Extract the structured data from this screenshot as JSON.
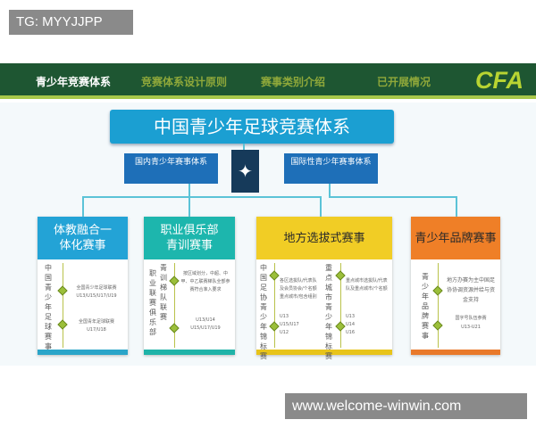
{
  "watermarks": {
    "top": "TG: MYYJJPP",
    "bottom": "www.welcome-winwin.com"
  },
  "nav": {
    "items": [
      "青少年竞赛体系",
      "竞赛体系设计原则",
      "赛事类别介绍",
      "已开展情况"
    ],
    "logo": "CFA"
  },
  "diagram": {
    "title": "中国青少年足球竞赛体系",
    "left_branch": "国内青少年赛事体系",
    "right_branch": "国际性青少年赛事体系",
    "cards": [
      {
        "title": "体教融合一体化赛事",
        "vertical": "中国青少年足球赛事",
        "items": [
          "全国青少年足球联赛",
          "U13/U15/U17/U19",
          "全国青年足球联赛",
          "U17/U18"
        ]
      },
      {
        "title": "职业俱乐部青训赛事",
        "vertical": "职业联赛俱乐部",
        "vertical2": "青训梯队联赛",
        "items": [
          "按区域划分，中超、中甲、中乙联赛梯队全部参赛符合准入要求",
          "U13/U14",
          "U15/U17/U19"
        ]
      },
      {
        "title": "地方选拔式赛事",
        "vertical": "中国足协青少年锦标赛",
        "vertical2": "重点城市青少年锦标赛",
        "items": [
          "各区选拔队/代表队及会员协会/个名额重点城市/包含组别",
          "U13",
          "U15/U17",
          "U12",
          "重点城市选拔队/代表队及重点城市/个名额",
          "U13",
          "U14",
          "U16"
        ]
      },
      {
        "title": "青少年品牌赛事",
        "vertical": "青少年品牌赛事",
        "items": [
          "地方办赛为主中国足协协调资源并给与资金支持",
          "国字号队伍参赛",
          "U13-U21"
        ]
      }
    ]
  }
}
